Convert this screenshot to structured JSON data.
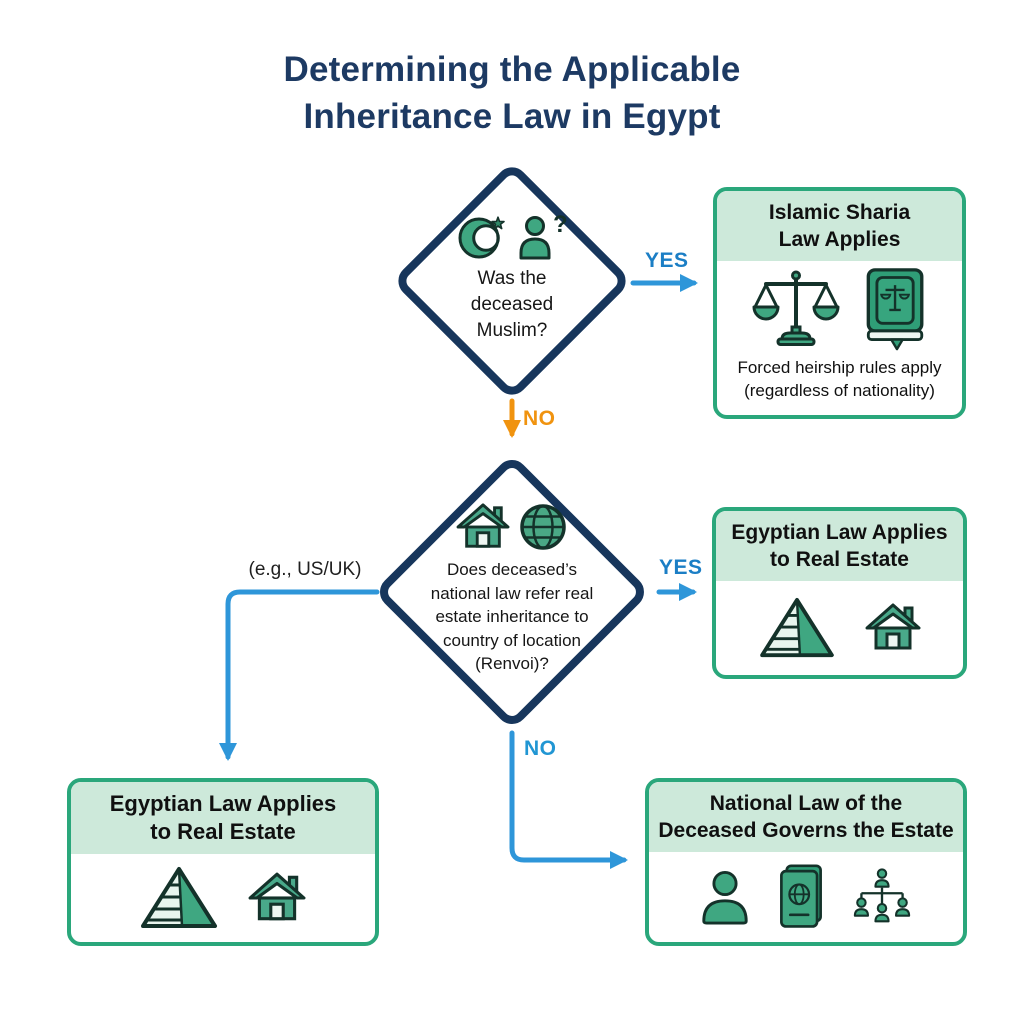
{
  "title": {
    "lines": [
      "Determining the Applicable",
      "Inheritance Law in Egypt"
    ]
  },
  "colors": {
    "title_navy": "#1d3a63",
    "diamond_border": "#17365c",
    "box_border_green": "#2aa77b",
    "box_header_bg": "#cde9da",
    "icon_green": "#3fa781",
    "icon_teal": "#49a98a",
    "icon_outline": "#14322a",
    "arrow_blue": "#2e96d9",
    "yes_label_blue": "#1b7ec5",
    "no_label_orange": "#f0930f",
    "no_label_blue": "#2196d3"
  },
  "decisions": {
    "was_muslim": {
      "lines": [
        "Was the",
        "deceased",
        "Muslim?"
      ],
      "icons": [
        "crescent-star-icon",
        "person-question-icon"
      ],
      "question_glyph": "?"
    },
    "renvoi": {
      "lines": [
        "Does deceased’s",
        "national law refer real",
        "estate inheritance to",
        "country of location",
        "(Renvoi)?"
      ],
      "icons": [
        "house-icon",
        "globe-icon"
      ]
    }
  },
  "edges": {
    "yes_sharia": "YES",
    "no_to_renvoi": "NO",
    "yes_egypt": "YES",
    "no_national": "NO",
    "example_label": "(e.g., US/UK)"
  },
  "boxes": {
    "sharia": {
      "title_lines": [
        "Islamic Sharia",
        "Law Applies"
      ],
      "caption_lines": [
        "Forced heirship rules apply",
        "(regardless of nationality)"
      ],
      "icons": [
        "scales-icon",
        "quran-book-icon"
      ]
    },
    "egypt_right": {
      "title_lines": [
        "Egyptian Law Applies",
        "to Real Estate"
      ],
      "icons": [
        "pyramid-icon",
        "house-icon"
      ]
    },
    "egypt_left": {
      "title_lines": [
        "Egyptian Law Applies",
        "to Real Estate"
      ],
      "icons": [
        "pyramid-icon",
        "house-icon"
      ]
    },
    "national": {
      "title_lines": [
        "National Law of the",
        "Deceased Governs the Estate"
      ],
      "icons": [
        "person-icon",
        "passport-icon",
        "family-tree-icon"
      ]
    }
  }
}
